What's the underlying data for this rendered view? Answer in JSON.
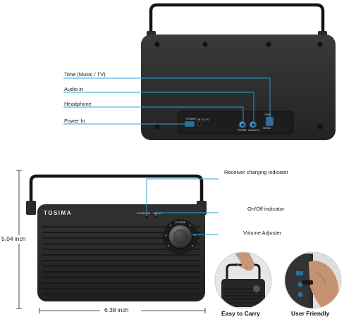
{
  "top_labels": {
    "tone": "Tone (Music / TV)",
    "audio_in": "Audio in",
    "headphone": "Headphone",
    "power_in": "Power In"
  },
  "back_panel_text": {
    "power": "POWER",
    "on": "ON",
    "dc": "DC 9V",
    "audio": "AUDIO IN",
    "headphone": "PHONE",
    "tone": "TONE",
    "music": "MUSIC"
  },
  "front_labels": {
    "receiver_charging": "Receiver charging indicator",
    "on_off": "On/Off indicator",
    "volume": "Volume Adjuster"
  },
  "front_panel_text": {
    "brand": "TOSIMA",
    "charging": "CHARGING",
    "on_off": "ON/OFF",
    "volume": "VOLUME"
  },
  "dimensions": {
    "height": "5.04 inch",
    "width": "6.38 inch"
  },
  "features": {
    "easy_to_carry": "Easy to Carry",
    "user_friendly": "User Friendly"
  },
  "colors": {
    "body": "#2b2b2b",
    "callout_line": "#2aa3dc",
    "jack_blue": "#2b6f9e"
  }
}
